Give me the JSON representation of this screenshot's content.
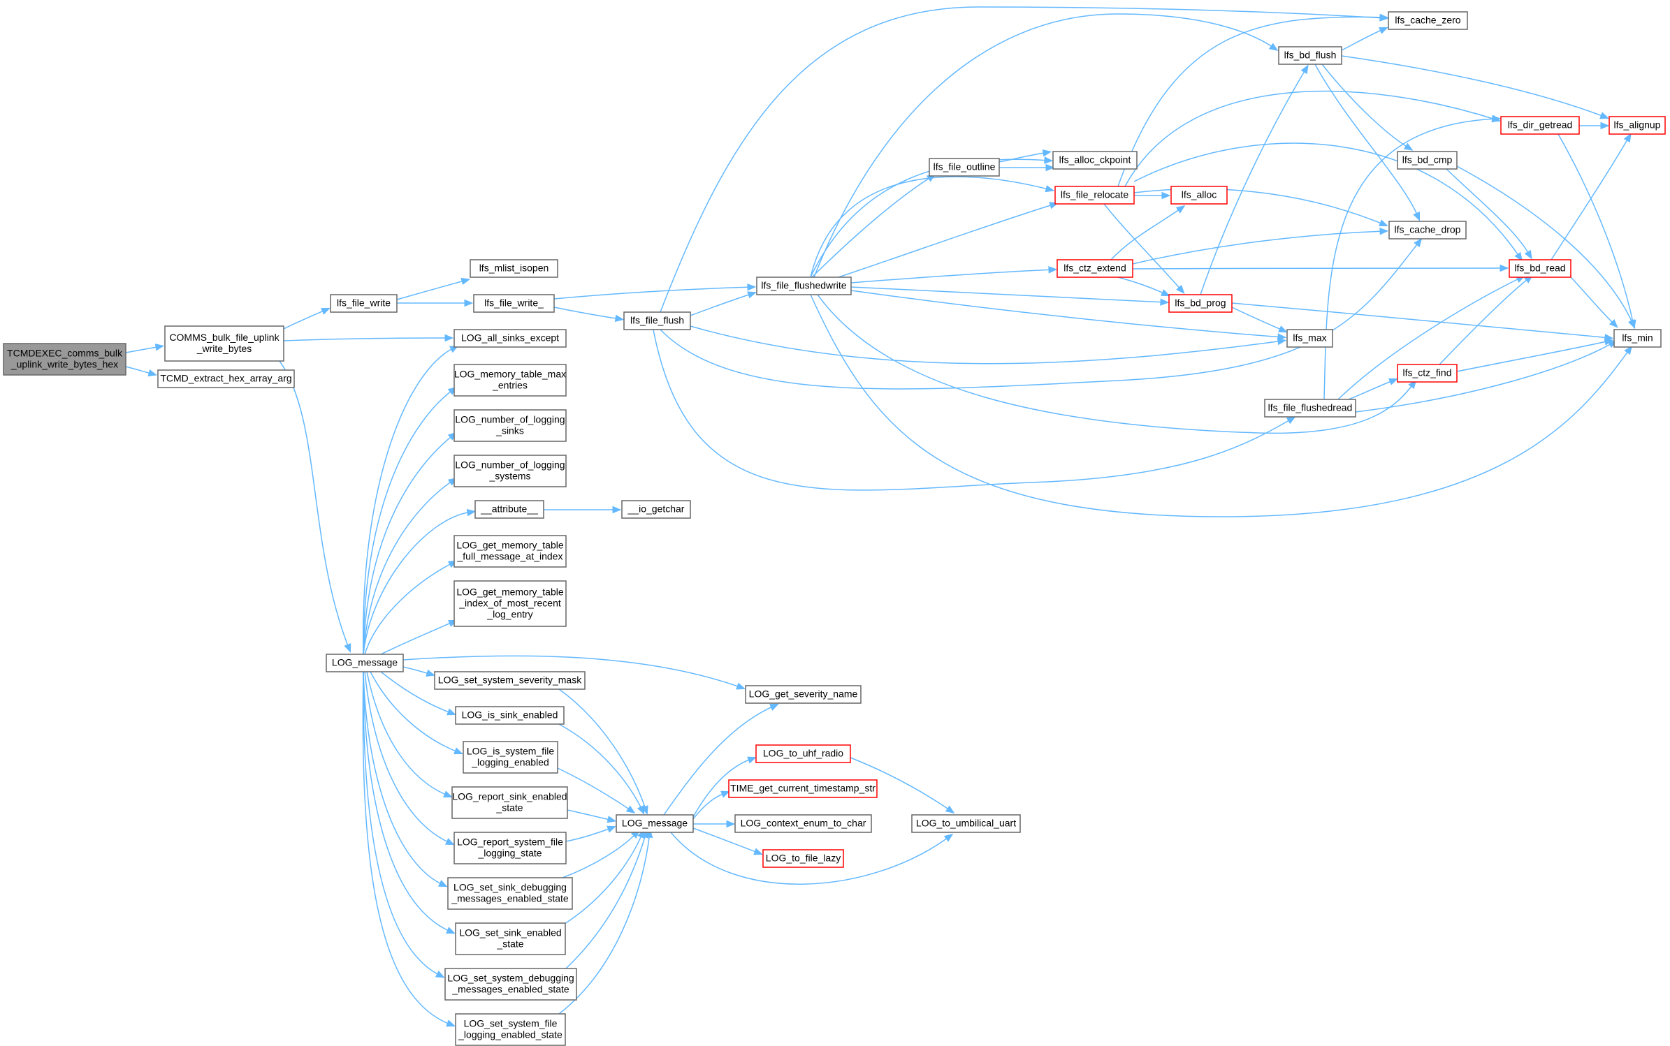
{
  "title": "Call graph",
  "colors": {
    "edge": "#63b8ff",
    "node_border": "#666666",
    "node_highlight": "#ff0000",
    "root_fill": "#999999"
  },
  "nodes": [
    {
      "id": "root",
      "kind": "root",
      "lines": [
        "TCMDEXEC_comms_bulk",
        "_uplink_write_bytes_hex"
      ]
    },
    {
      "id": "comms_bulk",
      "lines": [
        "COMMS_bulk_file_uplink",
        "_write_bytes"
      ]
    },
    {
      "id": "tcmd_extract",
      "lines": [
        "TCMD_extract_hex_array_arg"
      ]
    },
    {
      "id": "lfs_file_write",
      "lines": [
        "lfs_file_write"
      ]
    },
    {
      "id": "lfs_mlist_isopen",
      "lines": [
        "lfs_mlist_isopen"
      ]
    },
    {
      "id": "lfs_file_write_",
      "lines": [
        "lfs_file_write_"
      ]
    },
    {
      "id": "lfs_file_flush",
      "lines": [
        "lfs_file_flush"
      ]
    },
    {
      "id": "lfs_file_flushedwrite",
      "lines": [
        "lfs_file_flushedwrite"
      ]
    },
    {
      "id": "lfs_file_outline",
      "lines": [
        "lfs_file_outline"
      ]
    },
    {
      "id": "lfs_alloc_ckpoint",
      "lines": [
        "lfs_alloc_ckpoint"
      ]
    },
    {
      "id": "lfs_file_relocate",
      "kind": "red",
      "lines": [
        "lfs_file_relocate"
      ]
    },
    {
      "id": "lfs_alloc",
      "kind": "red",
      "lines": [
        "lfs_alloc"
      ]
    },
    {
      "id": "lfs_ctz_extend",
      "kind": "red",
      "lines": [
        "lfs_ctz_extend"
      ]
    },
    {
      "id": "lfs_bd_prog",
      "kind": "red",
      "lines": [
        "lfs_bd_prog"
      ]
    },
    {
      "id": "lfs_bd_flush",
      "lines": [
        "lfs_bd_flush"
      ]
    },
    {
      "id": "lfs_cache_zero",
      "lines": [
        "lfs_cache_zero"
      ]
    },
    {
      "id": "lfs_bd_cmp",
      "lines": [
        "lfs_bd_cmp"
      ]
    },
    {
      "id": "lfs_cache_drop",
      "lines": [
        "lfs_cache_drop"
      ]
    },
    {
      "id": "lfs_max",
      "lines": [
        "lfs_max"
      ]
    },
    {
      "id": "lfs_file_flushedread",
      "lines": [
        "lfs_file_flushedread"
      ]
    },
    {
      "id": "lfs_dir_getread",
      "kind": "red",
      "lines": [
        "lfs_dir_getread"
      ]
    },
    {
      "id": "lfs_alignup",
      "kind": "red",
      "lines": [
        "lfs_alignup"
      ]
    },
    {
      "id": "lfs_bd_read",
      "kind": "red",
      "lines": [
        "lfs_bd_read"
      ]
    },
    {
      "id": "lfs_ctz_find",
      "kind": "red",
      "lines": [
        "lfs_ctz_find"
      ]
    },
    {
      "id": "lfs_min",
      "lines": [
        "lfs_min"
      ]
    },
    {
      "id": "log_all_sinks_except",
      "lines": [
        "LOG_all_sinks_except"
      ]
    },
    {
      "id": "log_memory_table_max",
      "lines": [
        "LOG_memory_table_max",
        "_entries"
      ]
    },
    {
      "id": "log_number_sinks",
      "lines": [
        "LOG_number_of_logging",
        "_sinks"
      ]
    },
    {
      "id": "log_number_systems",
      "lines": [
        "LOG_number_of_logging",
        "_systems"
      ]
    },
    {
      "id": "attribute",
      "lines": [
        "__attribute__"
      ]
    },
    {
      "id": "io_getchar",
      "lines": [
        "__io_getchar"
      ]
    },
    {
      "id": "log_get_full_message",
      "lines": [
        "LOG_get_memory_table",
        "_full_message_at_index"
      ]
    },
    {
      "id": "log_get_index_recent",
      "lines": [
        "LOG_get_memory_table",
        "_index_of_most_recent",
        "_log_entry"
      ]
    },
    {
      "id": "log_message_a",
      "lines": [
        "LOG_message"
      ]
    },
    {
      "id": "log_set_sys_sev_mask",
      "lines": [
        "LOG_set_system_severity_mask"
      ]
    },
    {
      "id": "log_is_sink_enabled",
      "lines": [
        "LOG_is_sink_enabled"
      ]
    },
    {
      "id": "log_is_sys_file_enabled",
      "lines": [
        "LOG_is_system_file",
        "_logging_enabled"
      ]
    },
    {
      "id": "log_report_sink_state",
      "lines": [
        "LOG_report_sink_enabled",
        "_state"
      ]
    },
    {
      "id": "log_report_sys_file_state",
      "lines": [
        "LOG_report_system_file",
        "_logging_state"
      ]
    },
    {
      "id": "log_set_sink_debug",
      "lines": [
        "LOG_set_sink_debugging",
        "_messages_enabled_state"
      ]
    },
    {
      "id": "log_set_sink_enabled",
      "lines": [
        "LOG_set_sink_enabled",
        "_state"
      ]
    },
    {
      "id": "log_set_sys_debug",
      "lines": [
        "LOG_set_system_debugging",
        "_messages_enabled_state"
      ]
    },
    {
      "id": "log_set_sys_file",
      "lines": [
        "LOG_set_system_file",
        "_logging_enabled_state"
      ]
    },
    {
      "id": "log_message_b",
      "lines": [
        "LOG_message"
      ]
    },
    {
      "id": "log_get_severity_name",
      "lines": [
        "LOG_get_severity_name"
      ]
    },
    {
      "id": "log_to_uhf_radio",
      "kind": "red",
      "lines": [
        "LOG_to_uhf_radio"
      ]
    },
    {
      "id": "time_get_ts",
      "kind": "red",
      "lines": [
        "TIME_get_current_timestamp_str"
      ]
    },
    {
      "id": "log_context_enum",
      "lines": [
        "LOG_context_enum_to_char"
      ]
    },
    {
      "id": "log_to_file_lazy",
      "kind": "red",
      "lines": [
        "LOG_to_file_lazy"
      ]
    },
    {
      "id": "log_to_umbilical",
      "lines": [
        "LOG_to_umbilical_uart"
      ]
    }
  ]
}
